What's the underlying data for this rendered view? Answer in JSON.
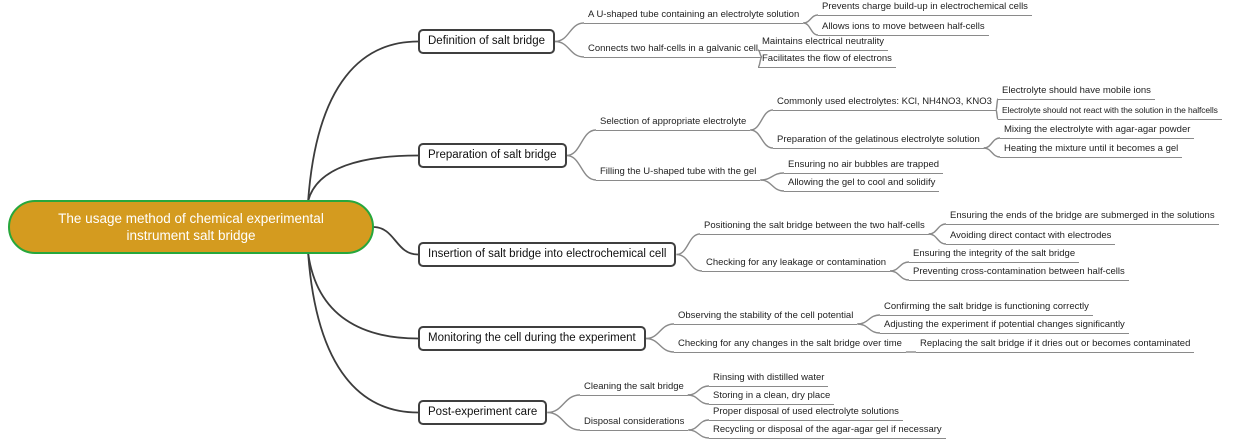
{
  "colors": {
    "root_fill": "#d49b1f",
    "root_border": "#27a73c",
    "line_dark": "#3c3c3c",
    "line_gray": "#8a8a8a"
  },
  "root": {
    "label": "The usage method of chemical experimental instrument salt bridge"
  },
  "branches": [
    {
      "label": "Definition of salt bridge",
      "children": [
        {
          "label": "A U-shaped tube containing an electrolyte solution",
          "children": [
            {
              "label": "Prevents charge build-up in electrochemical cells"
            },
            {
              "label": "Allows ions to move between half-cells"
            }
          ]
        },
        {
          "label": "Connects two half-cells in a galvanic cell",
          "children": [
            {
              "label": "Maintains electrical neutrality"
            },
            {
              "label": "Facilitates the flow of electrons"
            }
          ]
        }
      ]
    },
    {
      "label": "Preparation of salt bridge",
      "children": [
        {
          "label": "Selection of appropriate electrolyte",
          "children": [
            {
              "label": "Commonly used electrolytes: KCl, NH4NO3, KNO3",
              "children": [
                {
                  "label": "Electrolyte should have mobile ions"
                },
                {
                  "label": "Electrolyte should not react with the solution in the halfcells"
                }
              ]
            },
            {
              "label": "Preparation of the gelatinous electrolyte solution",
              "children": [
                {
                  "label": "Mixing the electrolyte with agar-agar powder"
                },
                {
                  "label": "Heating the mixture until it becomes a gel"
                }
              ]
            }
          ]
        },
        {
          "label": "Filling the U-shaped tube with the gel",
          "children": [
            {
              "label": "Ensuring no air bubbles are trapped"
            },
            {
              "label": "Allowing the gel to cool and solidify"
            }
          ]
        }
      ]
    },
    {
      "label": "Insertion of salt bridge into electrochemical cell",
      "children": [
        {
          "label": "Positioning the salt bridge between the two half-cells",
          "children": [
            {
              "label": "Ensuring the ends of the bridge are submerged in the solutions"
            },
            {
              "label": "Avoiding direct contact with electrodes"
            }
          ]
        },
        {
          "label": "Checking for any leakage or contamination",
          "children": [
            {
              "label": "Ensuring the integrity of the salt bridge"
            },
            {
              "label": "Preventing cross-contamination between half-cells"
            }
          ]
        }
      ]
    },
    {
      "label": "Monitoring the cell during the experiment",
      "children": [
        {
          "label": "Observing the stability of the cell potential",
          "children": [
            {
              "label": "Confirming the salt bridge is functioning correctly"
            },
            {
              "label": "Adjusting the experiment if potential changes significantly"
            }
          ]
        },
        {
          "label": "Checking for any changes in the salt bridge over time",
          "children": [
            {
              "label": "Replacing the salt bridge if it dries out or becomes contaminated"
            }
          ]
        }
      ]
    },
    {
      "label": "Post-experiment care",
      "children": [
        {
          "label": "Cleaning the salt bridge",
          "children": [
            {
              "label": "Rinsing with distilled water"
            },
            {
              "label": "Storing in a clean, dry place"
            }
          ]
        },
        {
          "label": "Disposal considerations",
          "children": [
            {
              "label": "Proper disposal of used electrolyte solutions"
            },
            {
              "label": "Recycling or disposal of the agar-agar gel if necessary"
            }
          ]
        }
      ]
    }
  ]
}
